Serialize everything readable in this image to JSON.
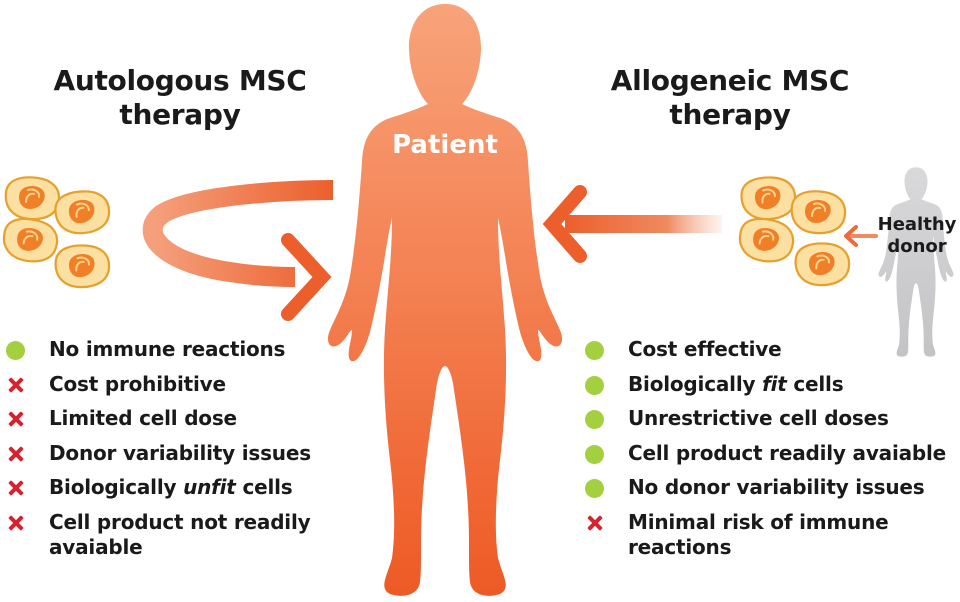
{
  "left_panel": {
    "title_line1": "Autologous MSC",
    "title_line2": "therapy",
    "items": [
      {
        "mark": "check",
        "text": "No immune reactions"
      },
      {
        "mark": "cross",
        "text": "Cost prohibitive"
      },
      {
        "mark": "cross",
        "text": "Limited cell dose"
      },
      {
        "mark": "cross",
        "text": "Donor variability issues"
      },
      {
        "mark": "cross",
        "pre": "Biologically ",
        "em": "unfit",
        "post": " cells"
      },
      {
        "mark": "cross",
        "line1": "Cell product not readily",
        "line2": "avaiable"
      }
    ]
  },
  "right_panel": {
    "title_line1": "Allogeneic MSC",
    "title_line2": "therapy",
    "items": [
      {
        "mark": "check",
        "text": "Cost effective"
      },
      {
        "mark": "check",
        "pre": "Biologically ",
        "em": "fit",
        "post": " cells"
      },
      {
        "mark": "check",
        "text": "Unrestrictive cell doses"
      },
      {
        "mark": "check",
        "text": "Cell product readily avaiable"
      },
      {
        "mark": "check",
        "text": "No donor variability issues"
      },
      {
        "mark": "cross",
        "line1": "Minimal risk of immune",
        "line2": "reactions"
      }
    ]
  },
  "patient_label": "Patient",
  "donor_label_line1": "Healthy",
  "donor_label_line2": "donor",
  "icons": {
    "check": "green-dot-icon",
    "cross": "red-cross-icon",
    "cell": "msc-cell-icon",
    "patient": "human-body-icon",
    "donor": "human-body-icon",
    "arrow": "arrow-icon"
  },
  "colors": {
    "body_top": "#f8a37a",
    "body_bottom": "#ee5a25",
    "arrow": "#ef6a3a",
    "cell_fill": "#fbe0a1",
    "cell_stroke": "#e6a02b",
    "nucleus": "#f07f27",
    "check": "#a4cf3f",
    "cross": "#d5232f",
    "donor": "#cfcfd1"
  }
}
